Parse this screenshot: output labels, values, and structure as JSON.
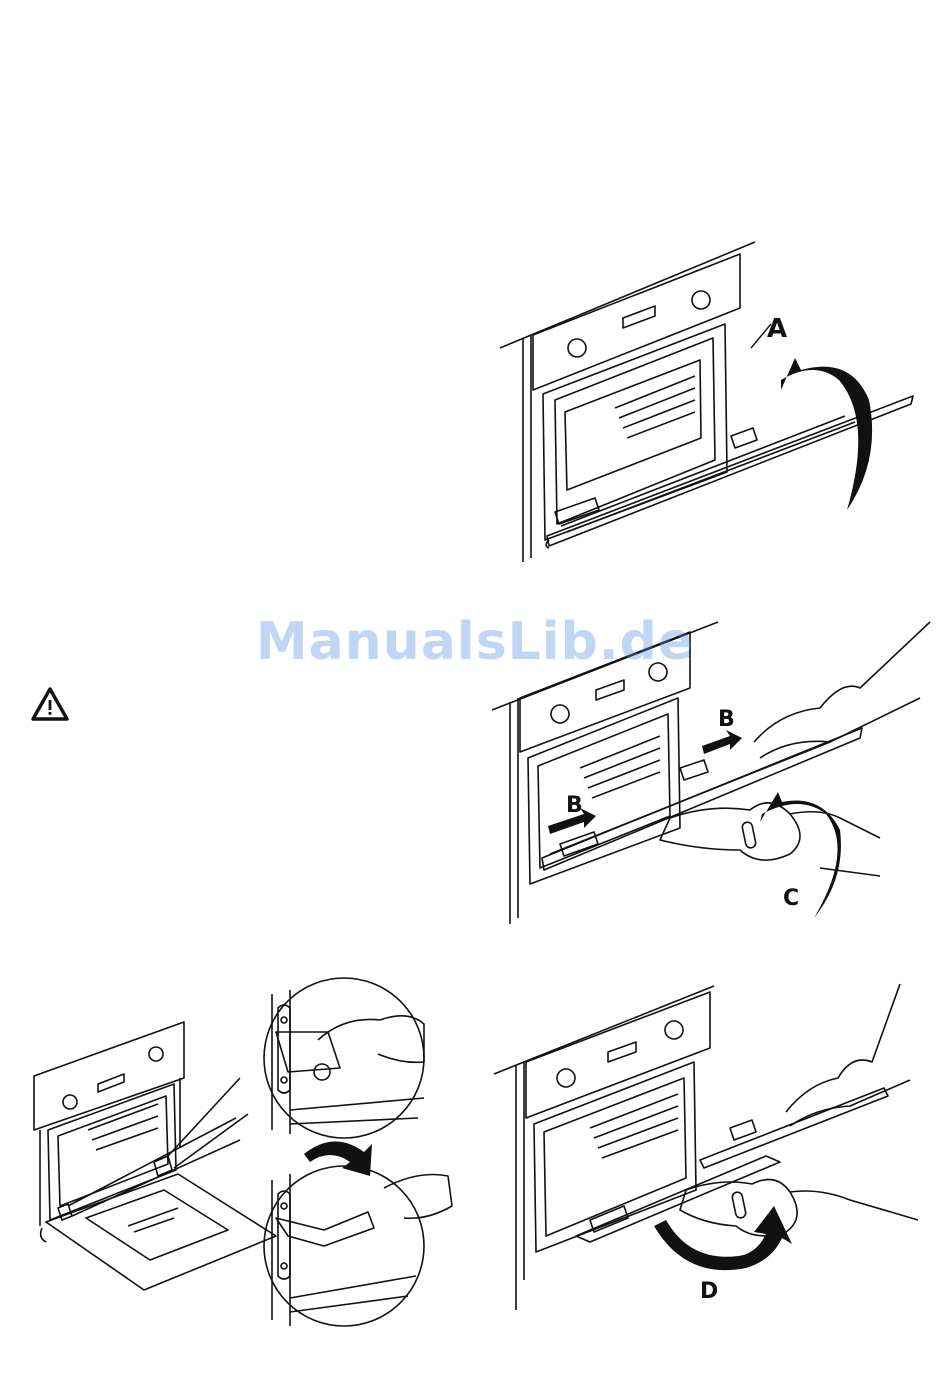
{
  "labels": {
    "a": "A",
    "b_upper": "B",
    "b_lower": "B",
    "c": "C",
    "d": "D"
  },
  "watermark": "ManualsLib.de",
  "icons": {
    "warning": "warning-triangle-icon",
    "lift_arrow": "curved-arrow-icon",
    "rotate_arrow": "curved-arrow-icon",
    "hinge_arrow": "curved-arrow-icon",
    "slide_arrow": "straight-arrow-icon"
  },
  "colors": {
    "ink": "#111111",
    "paper": "#ffffff",
    "watermark": "#4a8fe0"
  }
}
